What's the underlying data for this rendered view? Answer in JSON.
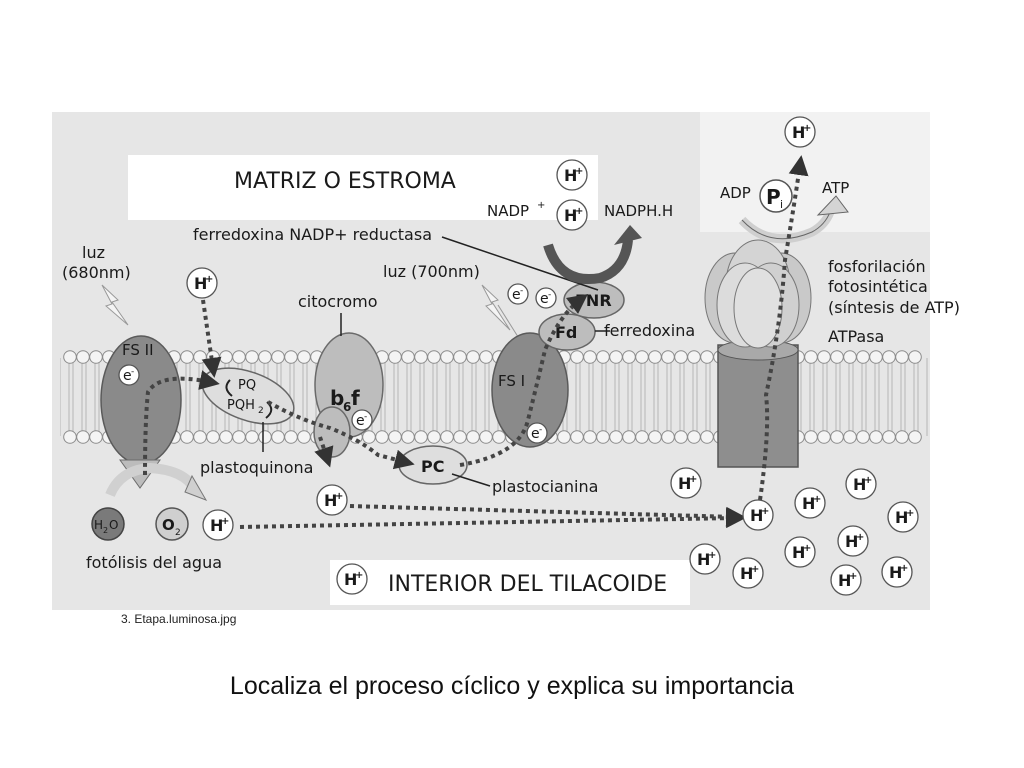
{
  "diagram": {
    "regions": {
      "stroma": "MATRIZ O ESTROMA",
      "lumen": "INTERIOR DEL TILACOIDE"
    },
    "light": {
      "ps2_line1": "luz",
      "ps2_line2": "(680nm)",
      "ps1": "luz (700nm)"
    },
    "complexes": {
      "ps2": "FS II",
      "ps1": "FS I",
      "b6f_main": "b",
      "b6f_sub": "6",
      "b6f_end": "f",
      "pq": "PQ",
      "pqh2": "PQH",
      "pqh2_sub": "2",
      "pc": "PC",
      "fd": "Fd",
      "fnr": "FNR",
      "pi": "P",
      "pi_sub": "i"
    },
    "labels": {
      "citocromo": "citocromo",
      "plastoquinona": "plastoquinona",
      "plastocianina": "plastocianina",
      "ferredoxina": "ferredoxina",
      "fnr_full": "ferredoxina NADP+ reductasa",
      "fotolisis": "fotólisis del agua",
      "fosforilacion_1": "fosforilación",
      "fosforilacion_2": "fotosintética",
      "fosforilacion_3": "(síntesis de ATP)",
      "atpasa": "ATPasa",
      "nadp": "NADP",
      "nadp_sup": "+",
      "nadph": "NADPH.H",
      "adp": "ADP",
      "atp": "ATP"
    },
    "molecules": {
      "h2o_main": "H",
      "h2o_sub": "2",
      "h2o_end": "O",
      "o2_main": "O",
      "o2_sub": "2",
      "electron": "e",
      "electron_sup": "-",
      "proton": "H",
      "proton_sup": "+"
    }
  },
  "file_label": "3. Etapa.luminosa.jpg",
  "question": "Localiza el proceso cíclico y explica su importancia",
  "colors": {
    "background": "#e8e8e8",
    "membrane_head": "#f4f4f4",
    "complex_dark": "#8a8a8a",
    "complex_mid": "#b4b4b4",
    "arrow": "#555555"
  }
}
